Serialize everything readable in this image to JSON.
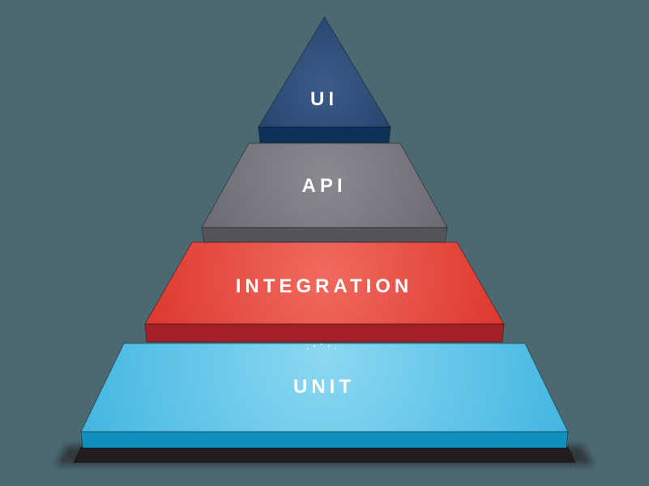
{
  "background": "#4C6871",
  "text_color": "#FFFFFF",
  "layers": [
    {
      "id": "ui",
      "label": "UI",
      "color_light": "#3C5C88",
      "color_dark": "#1F3D66",
      "edge_color": "#0E3159"
    },
    {
      "id": "api",
      "label": "API",
      "color_light": "#8B8990",
      "color_dark": "#696771",
      "edge_color": "#56545A"
    },
    {
      "id": "integration",
      "label": "INTEGRATION",
      "color_light": "#F16A5F",
      "color_dark": "#DB342B",
      "edge_color": "#A32027"
    },
    {
      "id": "unit",
      "label": "UNIT",
      "color_light": "#8CD8F1",
      "color_dark": "#3FB5E1",
      "edge_color": "#1091BD"
    }
  ],
  "base": {
    "color": "#231D1D",
    "shadow_color": "#141010"
  }
}
